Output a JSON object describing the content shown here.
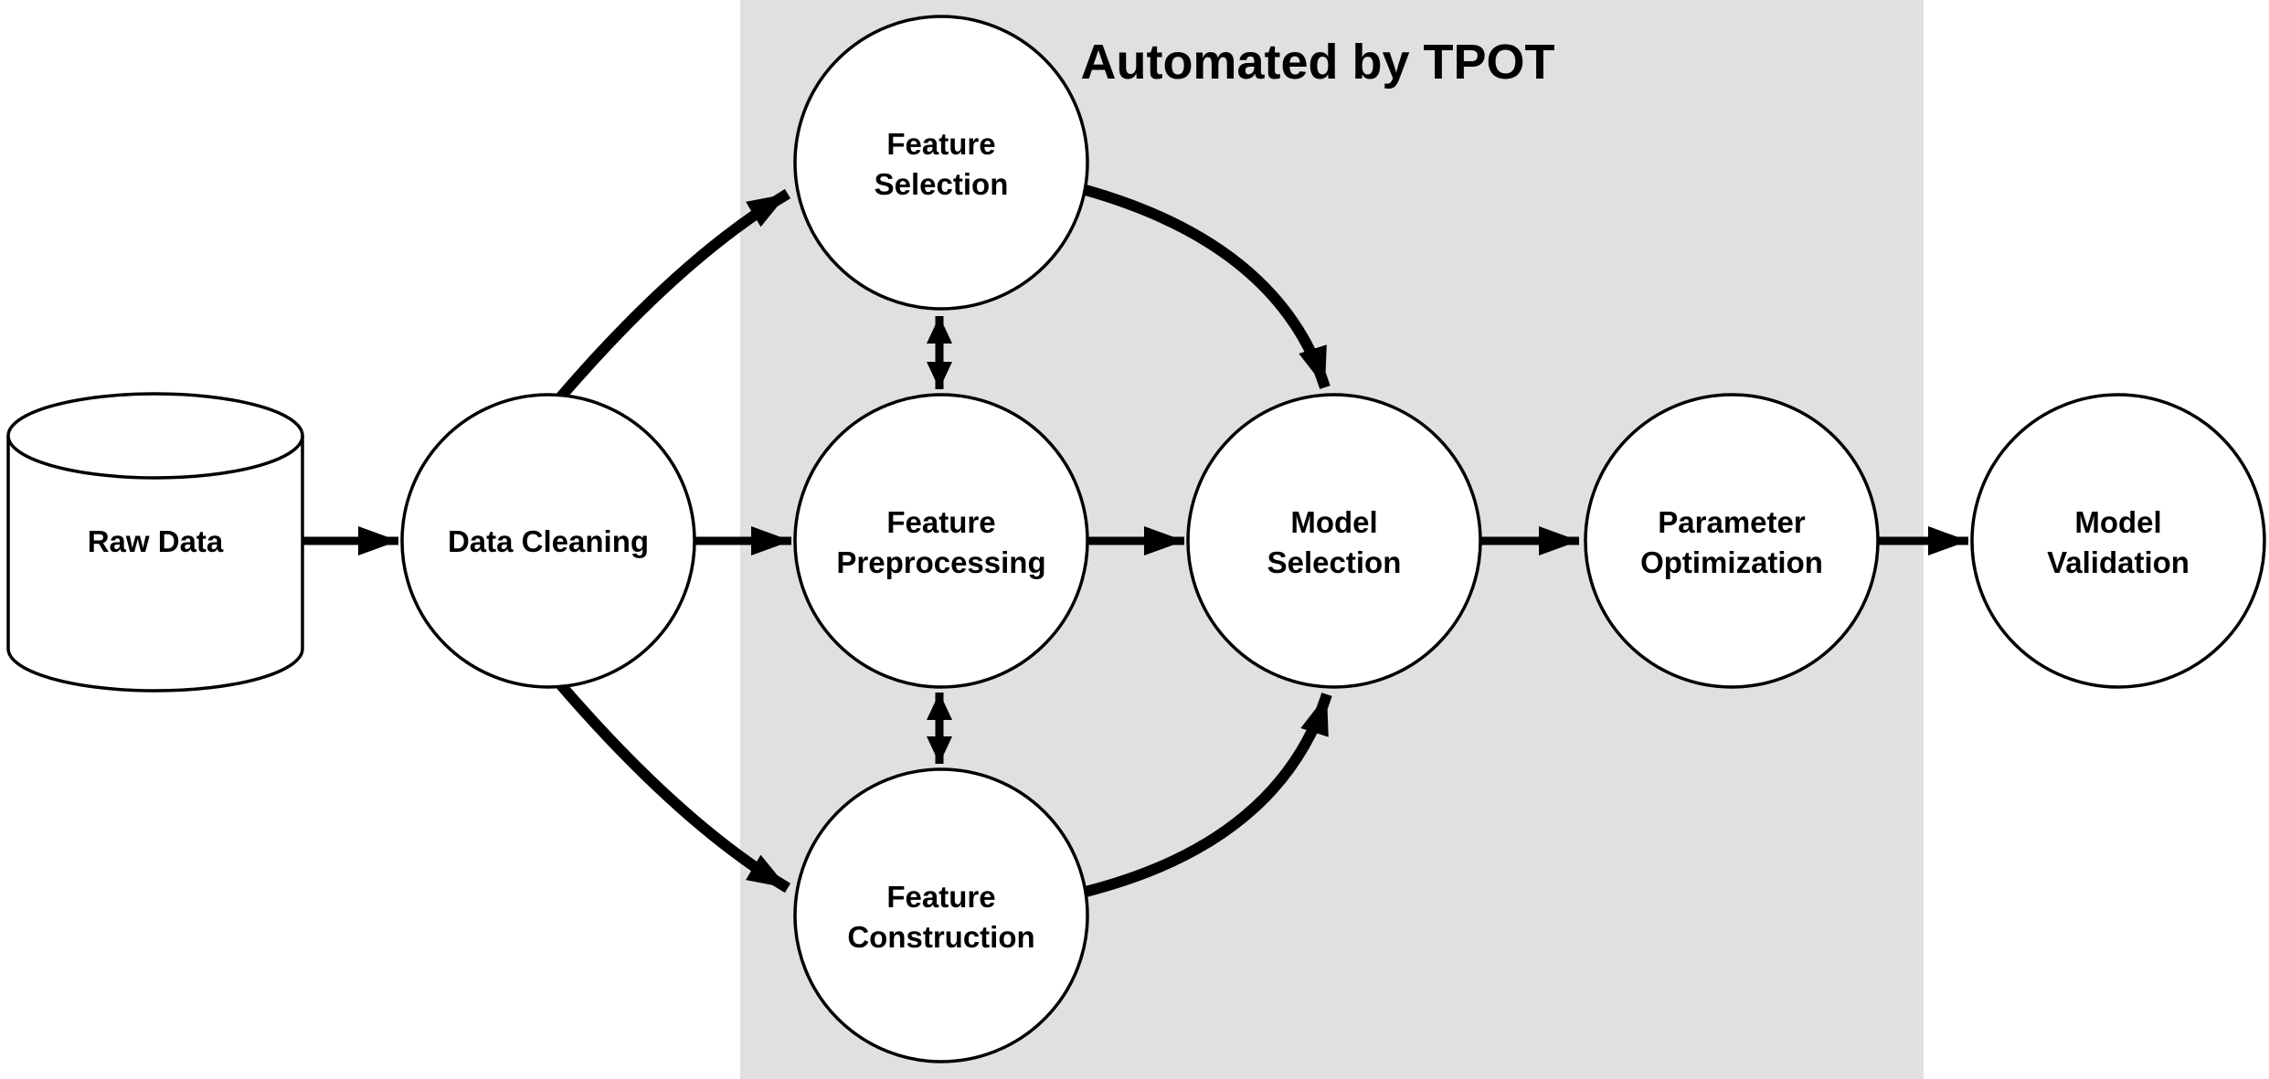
{
  "diagram": {
    "title": "Automated by TPOT",
    "colors": {
      "background": "#ffffff",
      "automated_region": "#e0e0e0",
      "node_fill": "#ffffff",
      "stroke": "#000000"
    },
    "automated_region": {
      "label": "Automated by TPOT",
      "contains": [
        "feature_selection",
        "feature_preprocessing",
        "feature_construction",
        "model_selection",
        "parameter_optimization"
      ]
    },
    "nodes": {
      "raw_data": {
        "label": "Raw Data",
        "shape": "cylinder"
      },
      "data_cleaning": {
        "label": "Data Cleaning",
        "shape": "circle"
      },
      "feature_selection": {
        "line1": "Feature",
        "line2": "Selection",
        "shape": "circle"
      },
      "feature_preprocessing": {
        "line1": "Feature",
        "line2": "Preprocessing",
        "shape": "circle"
      },
      "feature_construction": {
        "line1": "Feature",
        "line2": "Construction",
        "shape": "circle"
      },
      "model_selection": {
        "line1": "Model",
        "line2": "Selection",
        "shape": "circle"
      },
      "parameter_optimization": {
        "line1": "Parameter",
        "line2": "Optimization",
        "shape": "circle"
      },
      "model_validation": {
        "line1": "Model",
        "line2": "Validation",
        "shape": "circle"
      }
    },
    "edges": [
      {
        "from": "raw_data",
        "to": "data_cleaning",
        "style": "straight-arrow"
      },
      {
        "from": "data_cleaning",
        "to": "feature_selection",
        "style": "curved-arrow"
      },
      {
        "from": "data_cleaning",
        "to": "feature_preprocessing",
        "style": "straight-arrow"
      },
      {
        "from": "data_cleaning",
        "to": "feature_construction",
        "style": "curved-arrow"
      },
      {
        "from": "feature_selection",
        "to": "feature_preprocessing",
        "style": "double-headed-arrow"
      },
      {
        "from": "feature_preprocessing",
        "to": "feature_construction",
        "style": "double-headed-arrow"
      },
      {
        "from": "feature_selection",
        "to": "model_selection",
        "style": "curved-arrow"
      },
      {
        "from": "feature_preprocessing",
        "to": "model_selection",
        "style": "straight-arrow"
      },
      {
        "from": "feature_construction",
        "to": "model_selection",
        "style": "curved-arrow"
      },
      {
        "from": "model_selection",
        "to": "parameter_optimization",
        "style": "straight-arrow"
      },
      {
        "from": "parameter_optimization",
        "to": "model_validation",
        "style": "straight-arrow"
      }
    ]
  }
}
